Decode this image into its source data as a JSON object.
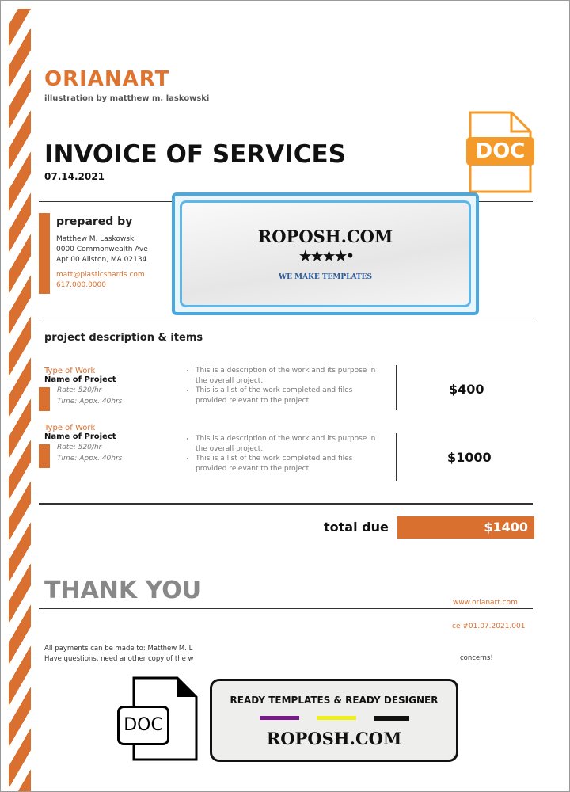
{
  "brand": {
    "name": "ORIANART",
    "tagline": "illustration by matthew m. laskowski"
  },
  "invoice": {
    "title": "INVOICE OF SERVICES",
    "date": "07.14.2021"
  },
  "prepared": {
    "heading": "prepared by",
    "name": "Matthew M. Laskowski",
    "address1": "0000 Commonwealth Ave",
    "address2": "Apt 00 Allston, MA 02134",
    "email": "matt@plasticshards.com",
    "phone": "617.000.0000"
  },
  "items_heading": "project description & items",
  "items": [
    {
      "type": "Type of Work",
      "name": "Name of Project",
      "rate": "Rate: 520/hr",
      "time": "Time: Appx. 40hrs",
      "desc1": "This is a description of the work and its purpose in the overall project.",
      "desc2": "This is a list of the work completed and files provided relevant to the project.",
      "price": "$400"
    },
    {
      "type": "Type of Work",
      "name": "Name of Project",
      "rate": "Rate: 520/hr",
      "time": "Time: Appx. 40hrs",
      "desc1": "This is a description of the work and its purpose in the overall project.",
      "desc2": "This is a list of the work completed and files provided relevant to the project.",
      "price": "$1000"
    }
  ],
  "total": {
    "label": "total due",
    "amount": "$1400"
  },
  "footer": {
    "thanks": "THANK YOU",
    "website": "www.orianart.com",
    "invoice_no": "ce #01.07.2021.001",
    "payments": "All payments can be made to: Matthew M. L",
    "questions": "Have questions, need another copy of the w",
    "concerns": "concerns!"
  },
  "watermark": {
    "doc": "DOC",
    "site": "ROPOSH.COM",
    "slogan": "WE MAKE TEMPLATES",
    "banner": "READY TEMPLATES & READY DESIGNER"
  },
  "colors": {
    "accent": "#d9702f"
  }
}
